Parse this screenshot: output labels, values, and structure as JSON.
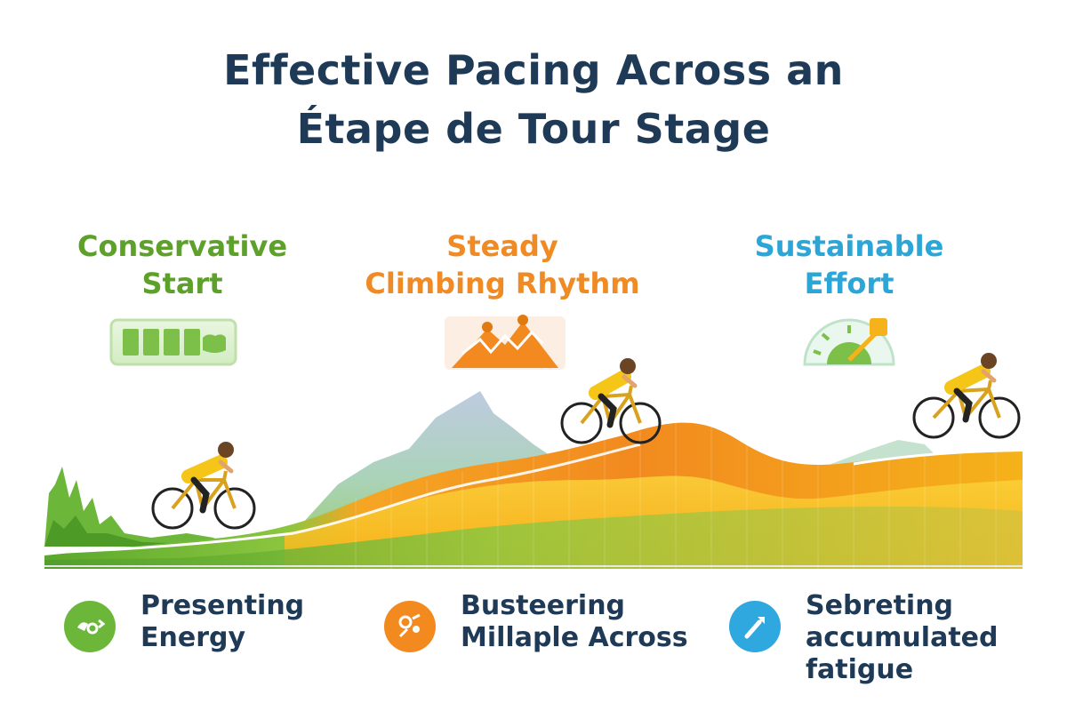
{
  "title": {
    "line1": "Effective Pacing Across an",
    "line2": "Étape de Tour Stage"
  },
  "phases": [
    {
      "line1": "Conservative",
      "line2": "Start",
      "color": "#5da02a",
      "icon": "battery-icon"
    },
    {
      "line1": "Steady",
      "line2": "Climbing Rhythm",
      "color": "#f08a24",
      "icon": "mountain-chart-icon"
    },
    {
      "line1": "Sustainable",
      "line2": "Effort",
      "color": "#2ba6d6",
      "icon": "gauge-icon"
    }
  ],
  "bottom_items": [
    {
      "lines": [
        "Presenting",
        "Energy"
      ],
      "color": "#6cb73a",
      "icon": "energy-icon"
    },
    {
      "lines": [
        "Busteering",
        "Millaple Across"
      ],
      "color": "#f28a1f",
      "icon": "tools-icon"
    },
    {
      "lines": [
        "Sebreting",
        "accumulated",
        "fatigue"
      ],
      "color": "#2fa7df",
      "icon": "wrench-icon"
    }
  ],
  "colors": {
    "heading": "#1e3a56",
    "jersey": "#f5c518",
    "terrain_green": "#6cb73a",
    "terrain_orange": "#f28a1f",
    "terrain_yellow": "#f8c21c"
  }
}
